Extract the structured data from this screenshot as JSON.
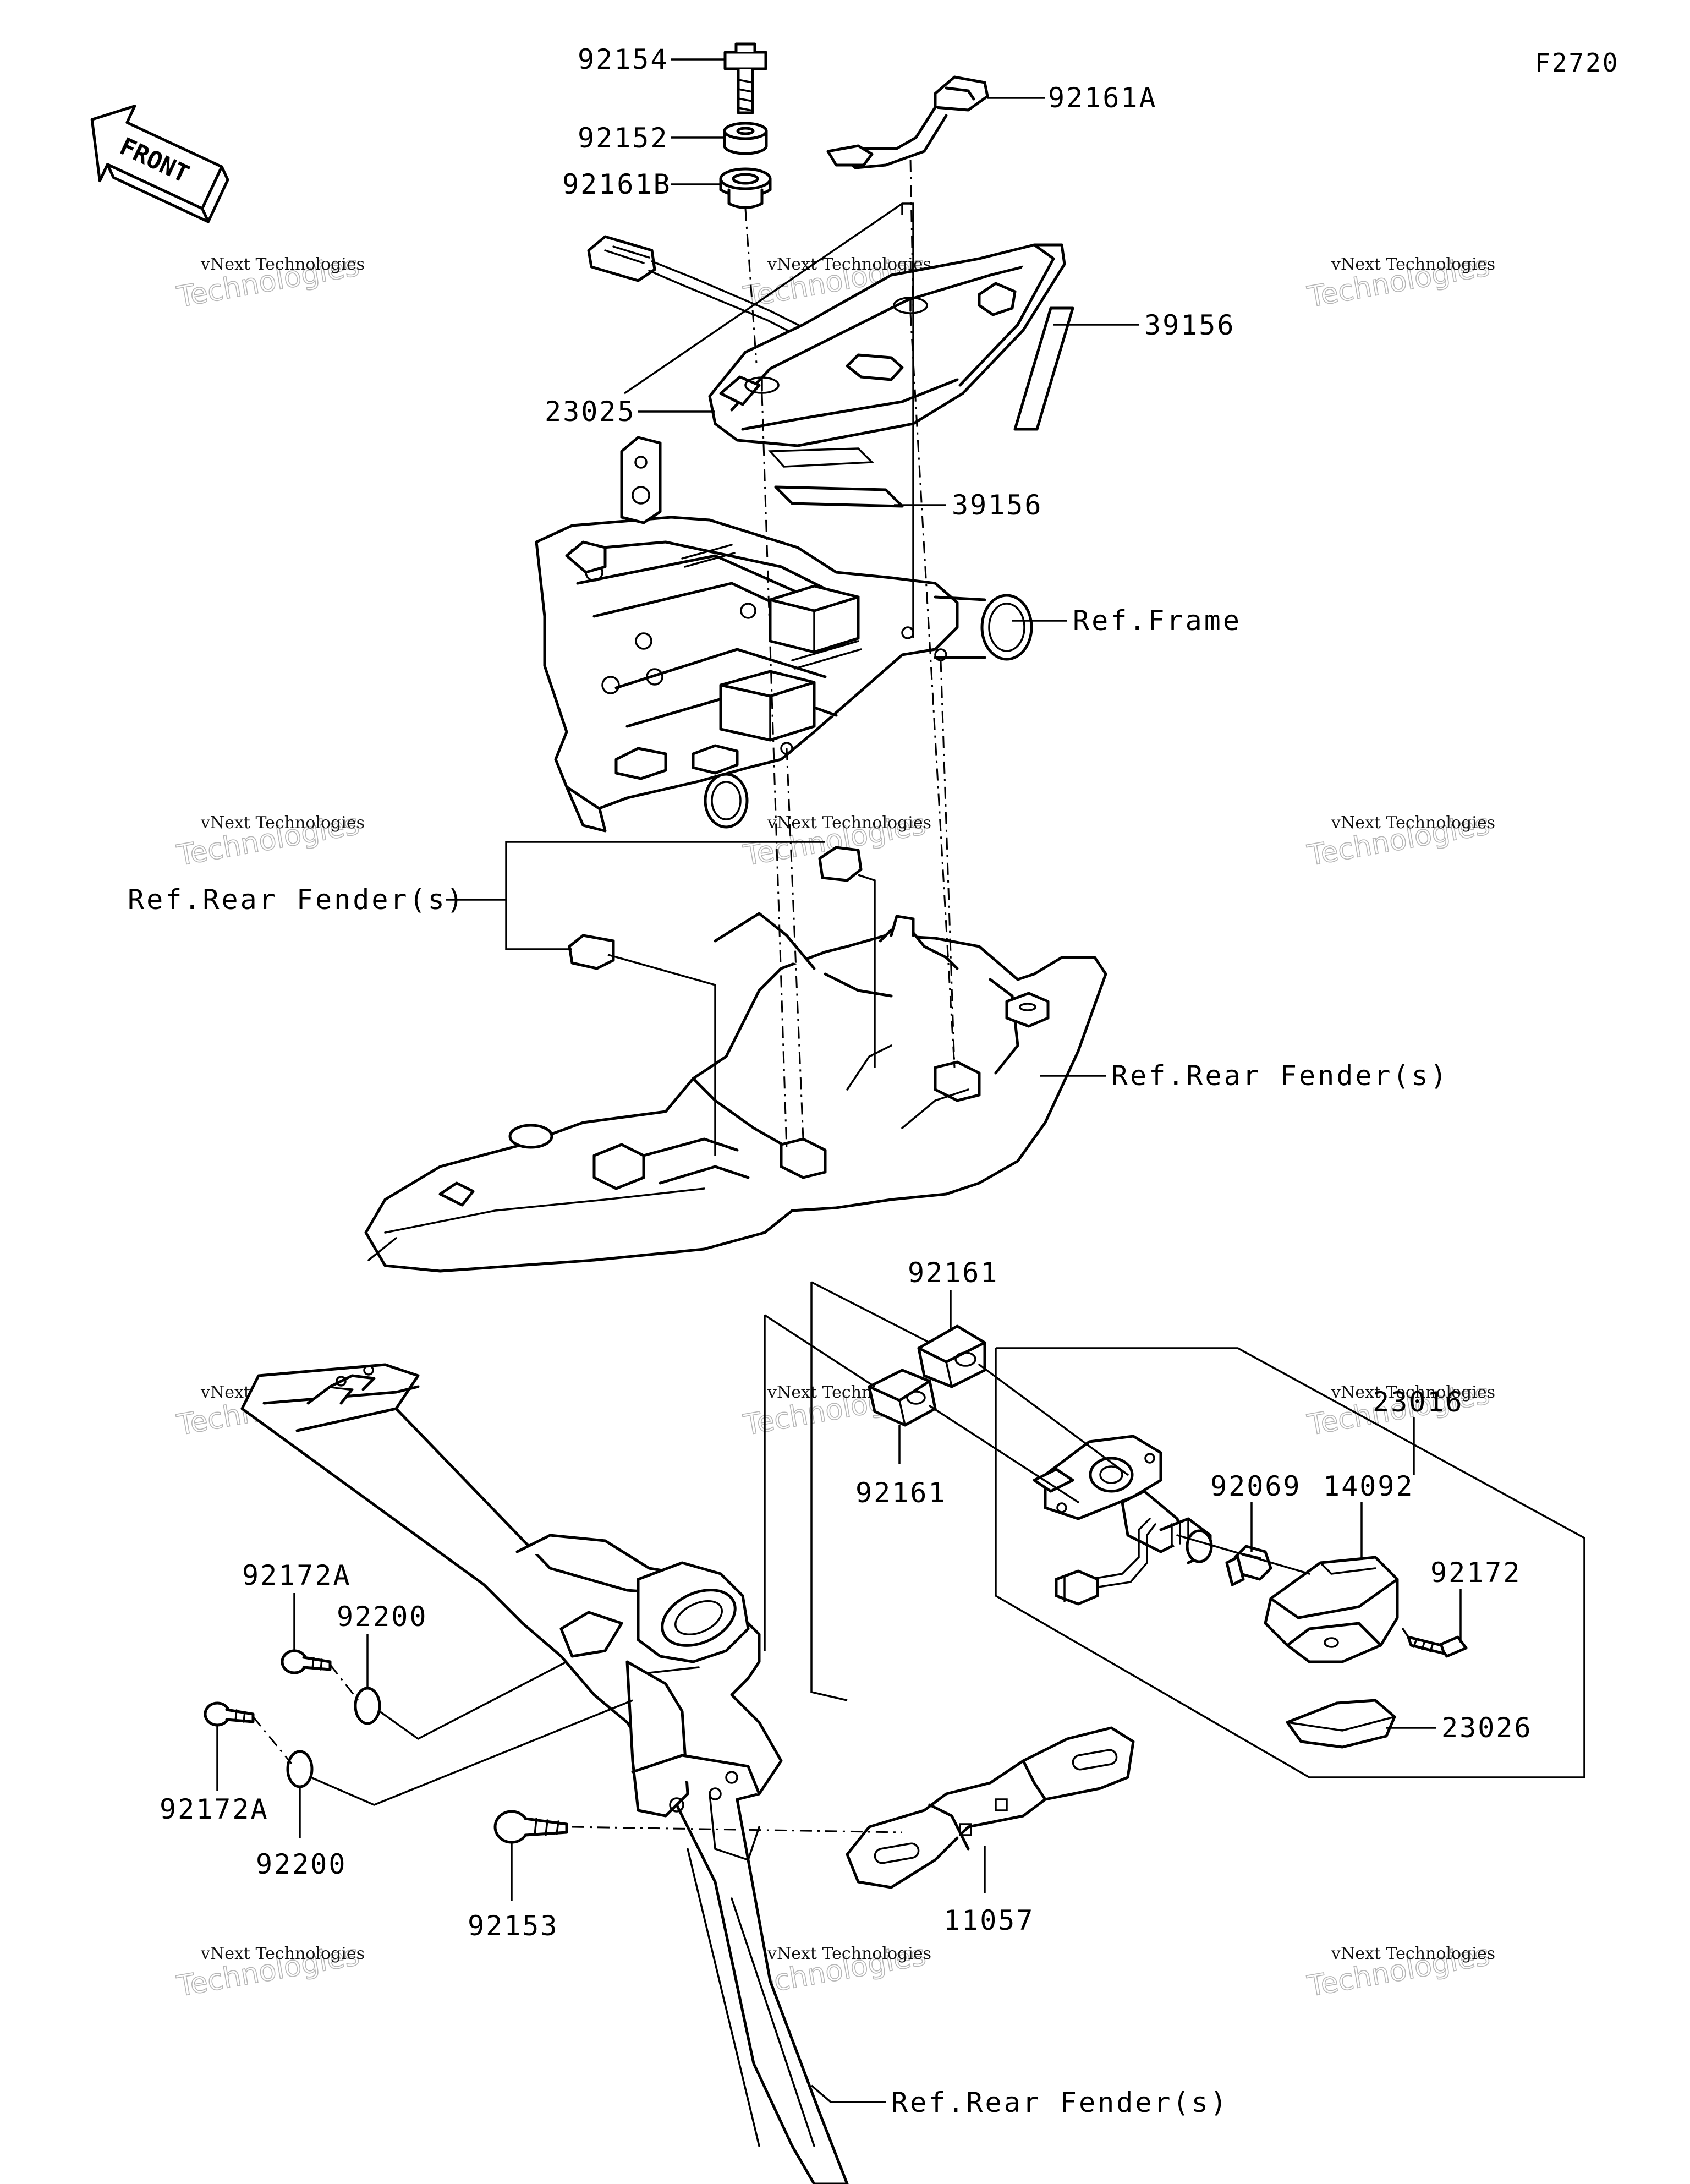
{
  "figure_id": "F2720",
  "front_indicator": "FRONT",
  "callouts": [
    {
      "id": "92154",
      "text": "92154"
    },
    {
      "id": "92161A",
      "text": "92161A"
    },
    {
      "id": "92152",
      "text": "92152"
    },
    {
      "id": "92161B",
      "text": "92161B"
    },
    {
      "id": "39156-top",
      "text": "39156"
    },
    {
      "id": "23025",
      "text": "23025"
    },
    {
      "id": "39156-mid",
      "text": "39156"
    },
    {
      "id": "ref-frame",
      "text": "Ref.Frame"
    },
    {
      "id": "ref-rear-fender-left",
      "text": "Ref.Rear Fender(s)"
    },
    {
      "id": "ref-rear-fender-right",
      "text": "Ref.Rear Fender(s)"
    },
    {
      "id": "92161-top",
      "text": "92161"
    },
    {
      "id": "92161-bottom",
      "text": "92161"
    },
    {
      "id": "23016",
      "text": "23016"
    },
    {
      "id": "92069",
      "text": "92069"
    },
    {
      "id": "14092",
      "text": "14092"
    },
    {
      "id": "92172",
      "text": "92172"
    },
    {
      "id": "92172A-top",
      "text": "92172A"
    },
    {
      "id": "92200-top",
      "text": "92200"
    },
    {
      "id": "92172A-bottom",
      "text": "92172A"
    },
    {
      "id": "92200-bottom",
      "text": "92200"
    },
    {
      "id": "23026",
      "text": "23026"
    },
    {
      "id": "92153",
      "text": "92153"
    },
    {
      "id": "11057",
      "text": "11057"
    },
    {
      "id": "ref-rear-fender-bottom",
      "text": "Ref.Rear Fender(s)"
    }
  ],
  "watermark": {
    "line1": "vNext Technologies",
    "line2": "Technologies",
    "tag": "vNext"
  }
}
